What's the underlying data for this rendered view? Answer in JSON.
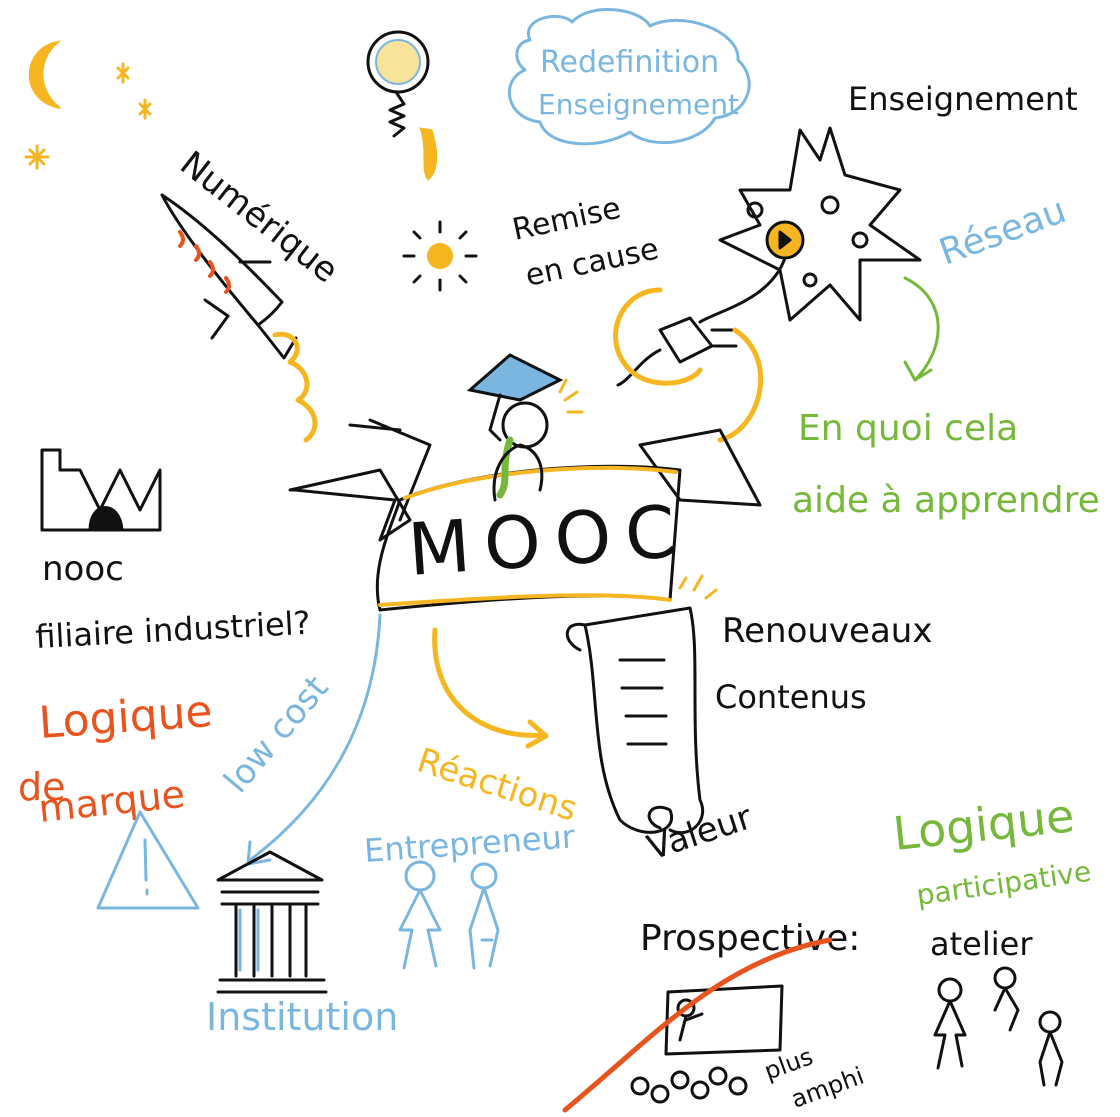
{
  "palette": {
    "black": "#111111",
    "yellow": "#f5b622",
    "blue": "#7ab6df",
    "green": "#76b83b",
    "orange": "#e8541e",
    "steel": "#3a7bbf"
  },
  "center": {
    "title": "MOOC"
  },
  "labels": {
    "redefinition_line1": "Redefinition",
    "redefinition_line2": "Enseignement",
    "enseignement": "Enseignement",
    "reseau": "Réseau",
    "numerique": "Numérique",
    "remise_line1": "Remise",
    "remise_line2": "en cause",
    "en_quoi_line1": "En quoi cela",
    "en_quoi_line2": "aide  à apprendre",
    "nooc": "nooc",
    "filiere": "filiaire industriel?",
    "logique_marque_line1": "Logique",
    "logique_marque_line2": "de",
    "logique_marque_line3": "marque",
    "low_cost": "low cost",
    "reactions": "Réactions",
    "renouveaux": "Renouveaux",
    "contenus": "Contenus",
    "valeur": "Valeur",
    "entrepreneur": "Entrepreneur",
    "institution": "Institution",
    "logique_part_line1": "Logique",
    "logique_part_line2": "participative",
    "atelier": "atelier",
    "prospective": "Prospective:",
    "plus_line1": "plus",
    "plus_line2": "amphi"
  },
  "icons": [
    "moon-icon",
    "star-icon",
    "rocket-icon",
    "lightbulb-icon",
    "sun-icon",
    "network-icon",
    "plug-icon",
    "graduate-icon",
    "factory-icon",
    "warning-icon",
    "institution-icon",
    "scroll-icon",
    "people-icon",
    "classroom-icon"
  ]
}
